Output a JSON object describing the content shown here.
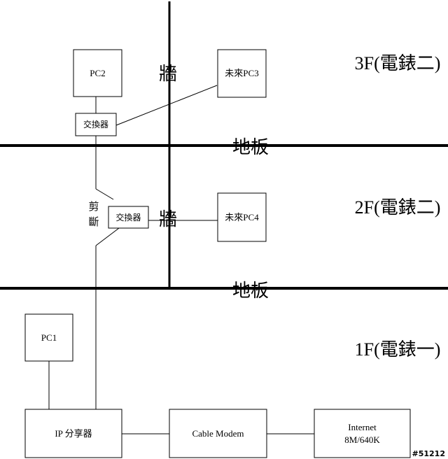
{
  "floors": {
    "f3": "3F(電錶二)",
    "f2": "2F(電錶二)",
    "f1": "1F(電錶一)"
  },
  "labels": {
    "floor_board": "地板",
    "wall": "牆",
    "cut": "剪斷"
  },
  "nodes": {
    "pc2": "PC2",
    "pc3": "未來PC3",
    "pc4": "未來PC4",
    "pc1": "PC1",
    "switch": "交換器",
    "router": "IP 分享器",
    "modem": "Cable Modem",
    "internet_line1": "Internet",
    "internet_line2": "8M/640K"
  },
  "watermark": "#51212"
}
